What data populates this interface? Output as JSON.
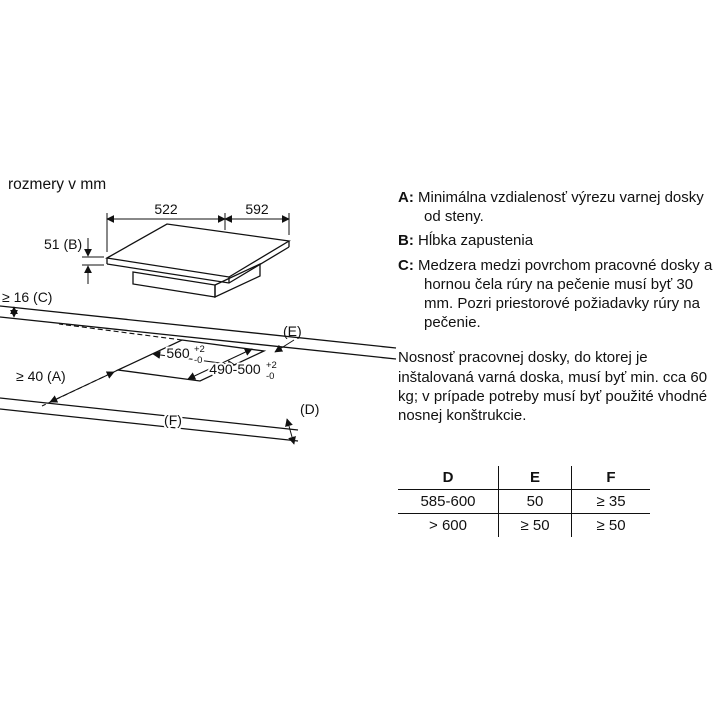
{
  "heading": "rozmery v mm",
  "diagram": {
    "depth_label": "522",
    "width_label": "592",
    "b_label": "51 (B)",
    "c_label": "≥ 16 (C)",
    "a_label": "≥ 40 (A)",
    "e_label": "(E)",
    "d_label": "(D)",
    "f_label": "(F)",
    "cutout_width": "560",
    "cutout_width_tol_up": "+2",
    "cutout_width_tol_down": "-0",
    "cutout_depth": "490-500",
    "cutout_depth_tol_up": "+2",
    "cutout_depth_tol_down": "-0"
  },
  "notes": {
    "items": [
      {
        "label": "A:",
        "text": "Minimálna vzdialenosť výrezu varnej dosky od steny."
      },
      {
        "label": "B:",
        "text": "Hĺbka zapustenia"
      },
      {
        "label": "C:",
        "text": "Medzera medzi povrchom pracovné dosky a hornou čela rúry na pečenie musí byť 30 mm. Pozri priestorové požiadavky rúry na pečenie."
      }
    ],
    "load_note": "Nosnosť pracovnej dosky, do ktorej je inštalovaná varná doska, musí byť min. cca 60 kg; v prípade potreby musí byť použité vhodné nosnej konštrukcie."
  },
  "table": {
    "headers": [
      "D",
      "E",
      "F"
    ],
    "rows": [
      [
        "585-600",
        "50",
        "≥ 35"
      ],
      [
        "> 600",
        "≥ 50",
        "≥ 50"
      ]
    ]
  }
}
